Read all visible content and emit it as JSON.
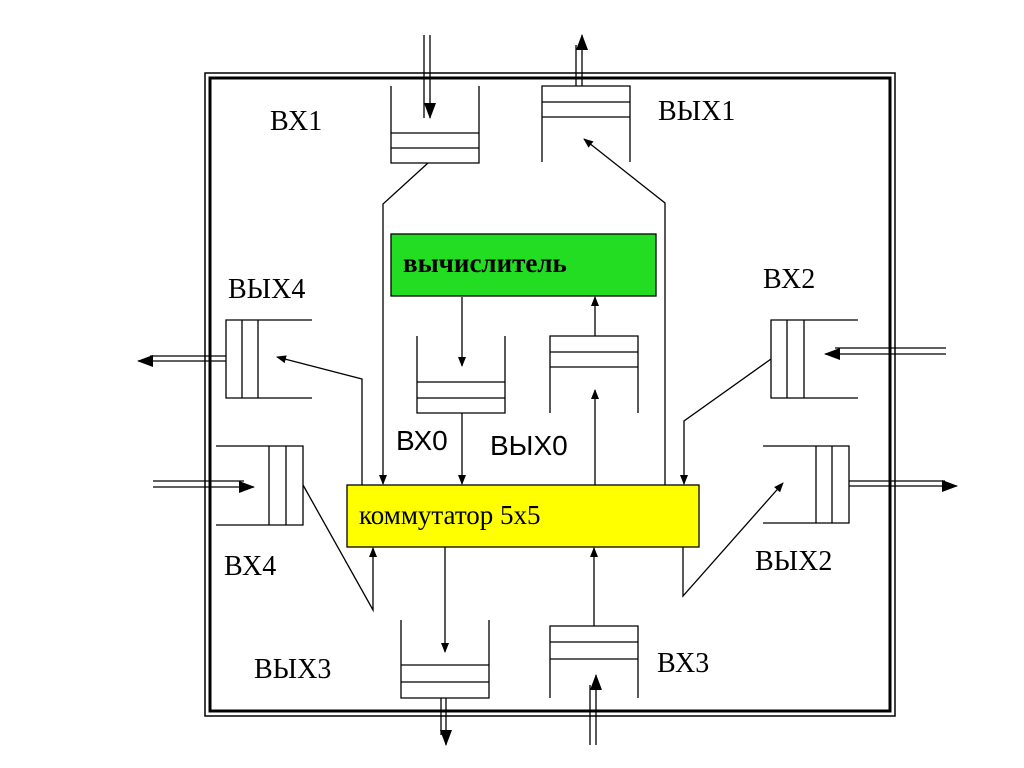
{
  "diagram": {
    "blocks": {
      "calculator": {
        "label": "вычислитель",
        "fill": "#22dd22"
      },
      "switch": {
        "label": "коммутатор 5х5",
        "fill": "#ffff00"
      }
    },
    "queue_labels": {
      "in1": "ВХ1",
      "out1": "ВЫХ1",
      "in2": "ВХ2",
      "out2": "ВЫХ2",
      "in3": "ВХ3",
      "out3": "ВЫХ3",
      "in4": "ВХ4",
      "out4": "ВЫХ4",
      "in0": "ВХ0",
      "out0": "ВЫХ0"
    }
  }
}
